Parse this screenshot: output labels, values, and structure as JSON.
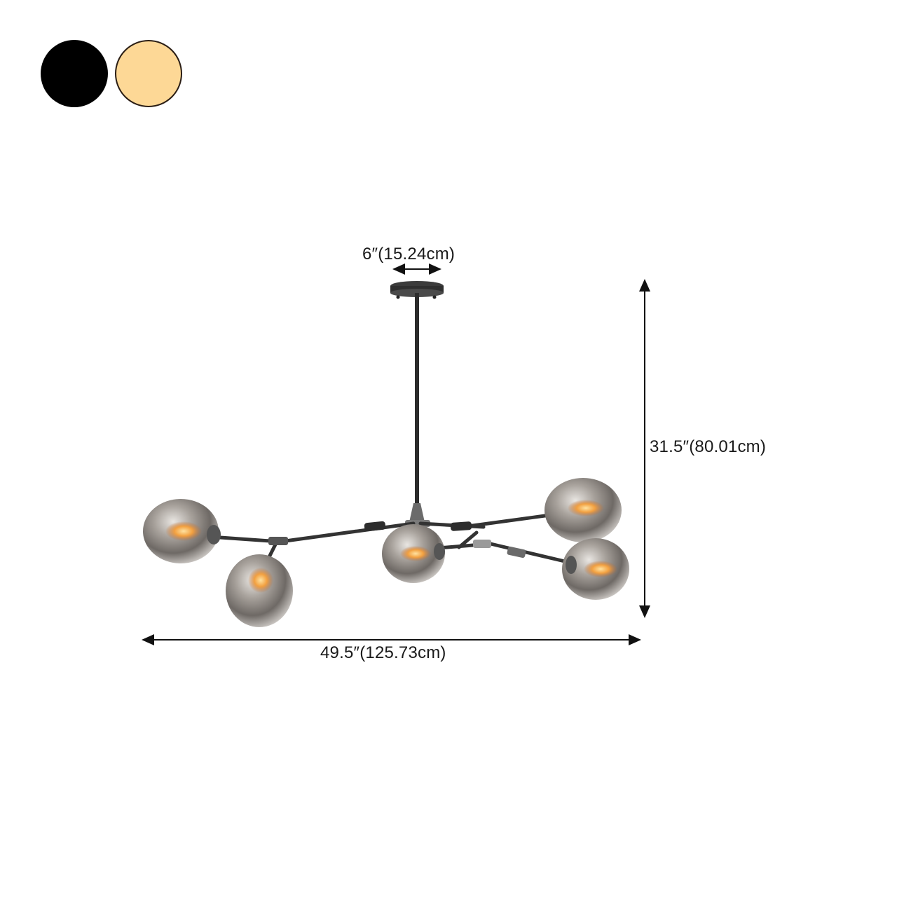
{
  "color_options": [
    {
      "name": "Black",
      "color": "#000000",
      "border": "#000000"
    },
    {
      "name": "Gold",
      "color": "#fdd896",
      "border": "#2a1d14"
    }
  ],
  "product": {
    "type": "chandelier",
    "lights": 5,
    "shade": "smoke-glass-globe",
    "finish": "#3b3b3b"
  },
  "dimensions": {
    "canopy_width": "6″(15.24cm)",
    "height": "31.5″(80.01cm)",
    "width": "49.5″(125.73cm)"
  }
}
